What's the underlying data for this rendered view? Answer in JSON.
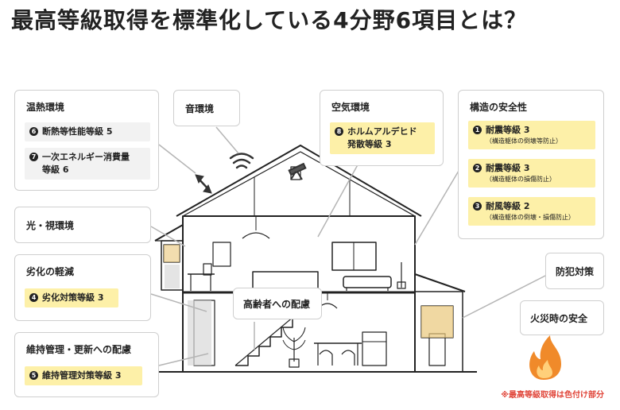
{
  "title": "最高等級取得を標準化している4分野6項目とは？",
  "footnote": "※最高等級取得は色付け部分",
  "cards": {
    "thermal": {
      "title": "温熱環境",
      "items": [
        {
          "num": "6",
          "text": "断熱等性能等級 5"
        },
        {
          "num": "7",
          "text": "一次エネルギー消費量",
          "text2": "等級 6"
        }
      ]
    },
    "sound": {
      "title": "音環境"
    },
    "air": {
      "title": "空気環境",
      "items": [
        {
          "num": "8",
          "text": "ホルムアルデヒド",
          "text2": "発散等級 3"
        }
      ]
    },
    "structure": {
      "title": "構造の安全性",
      "items": [
        {
          "num": "1",
          "text": "耐震等級 3",
          "sub": "（構造躯体の倒壊等防止）"
        },
        {
          "num": "2",
          "text": "耐震等級 3",
          "sub": "（構造躯体の損傷防止）"
        },
        {
          "num": "3",
          "text": "耐風等級 2",
          "sub": "（構造躯体の倒壊・損傷防止）"
        }
      ]
    },
    "light": {
      "title": "光・視環境"
    },
    "degradation": {
      "title": "劣化の軽減",
      "items": [
        {
          "num": "4",
          "text": "劣化対策等級 3"
        }
      ]
    },
    "elderly": {
      "title": "高齢者への配慮"
    },
    "maintenance": {
      "title": "維持管理・更新への配慮",
      "items": [
        {
          "num": "5",
          "text": "維持管理対策等級 3"
        }
      ]
    },
    "crime": {
      "title": "防犯対策"
    },
    "fire": {
      "title": "火災時の安全"
    }
  },
  "colors": {
    "highlight": "#fdf0a8",
    "plain": "#f2f2f2",
    "note": "#e0463a",
    "flame": "#f08a2a"
  }
}
